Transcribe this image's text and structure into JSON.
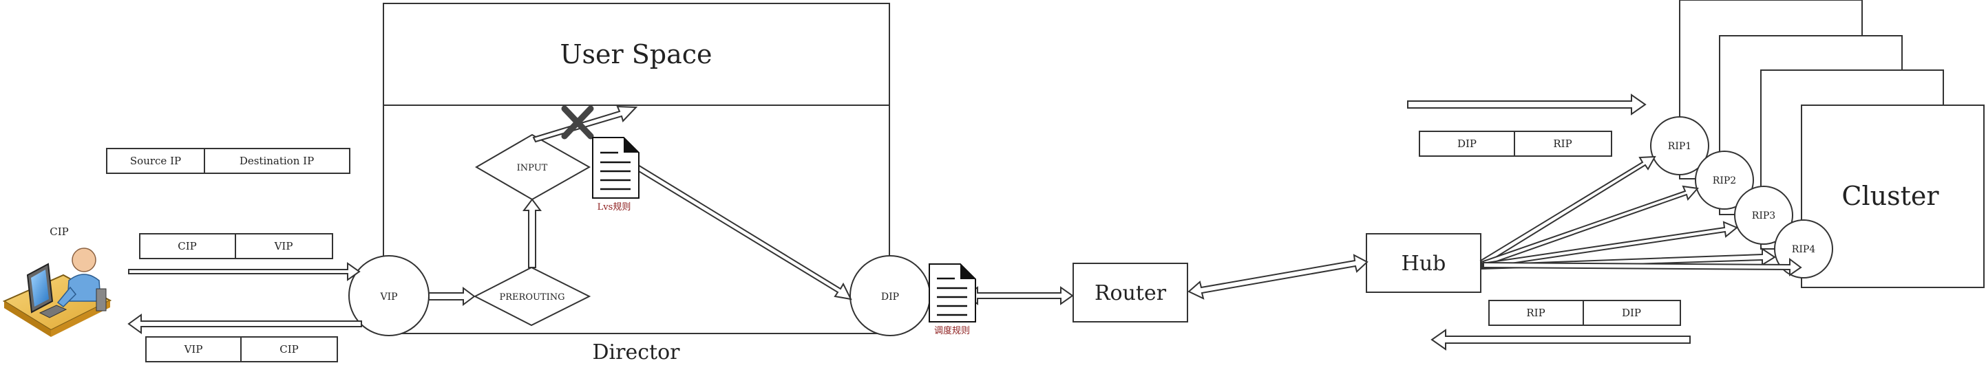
{
  "user_space": "User Space",
  "director": "Director",
  "client": {
    "label": "CIP"
  },
  "header_source": {
    "left": "Source IP",
    "right": "Destination IP"
  },
  "request_packet": {
    "left": "CIP",
    "right": "VIP"
  },
  "reply_packet": {
    "left": "VIP",
    "right": "CIP"
  },
  "director_nodes": {
    "vip": "VIP",
    "prerouting": "PREROUTING",
    "input": "INPUT",
    "dip": "DIP",
    "lvs_rules": "Lvs规则",
    "schedule_rules": "调度规则"
  },
  "router": "Router",
  "hub": "Hub",
  "forward_packet": {
    "left": "DIP",
    "right": "RIP"
  },
  "return_packet": {
    "left": "RIP",
    "right": "DIP"
  },
  "real_servers": [
    "RIP1",
    "RIP2",
    "RIP3",
    "RIP4"
  ],
  "cluster": "Cluster",
  "colors": {
    "stroke": "#333333",
    "doc_label": "#8b1a1a",
    "cross": "#444444"
  }
}
